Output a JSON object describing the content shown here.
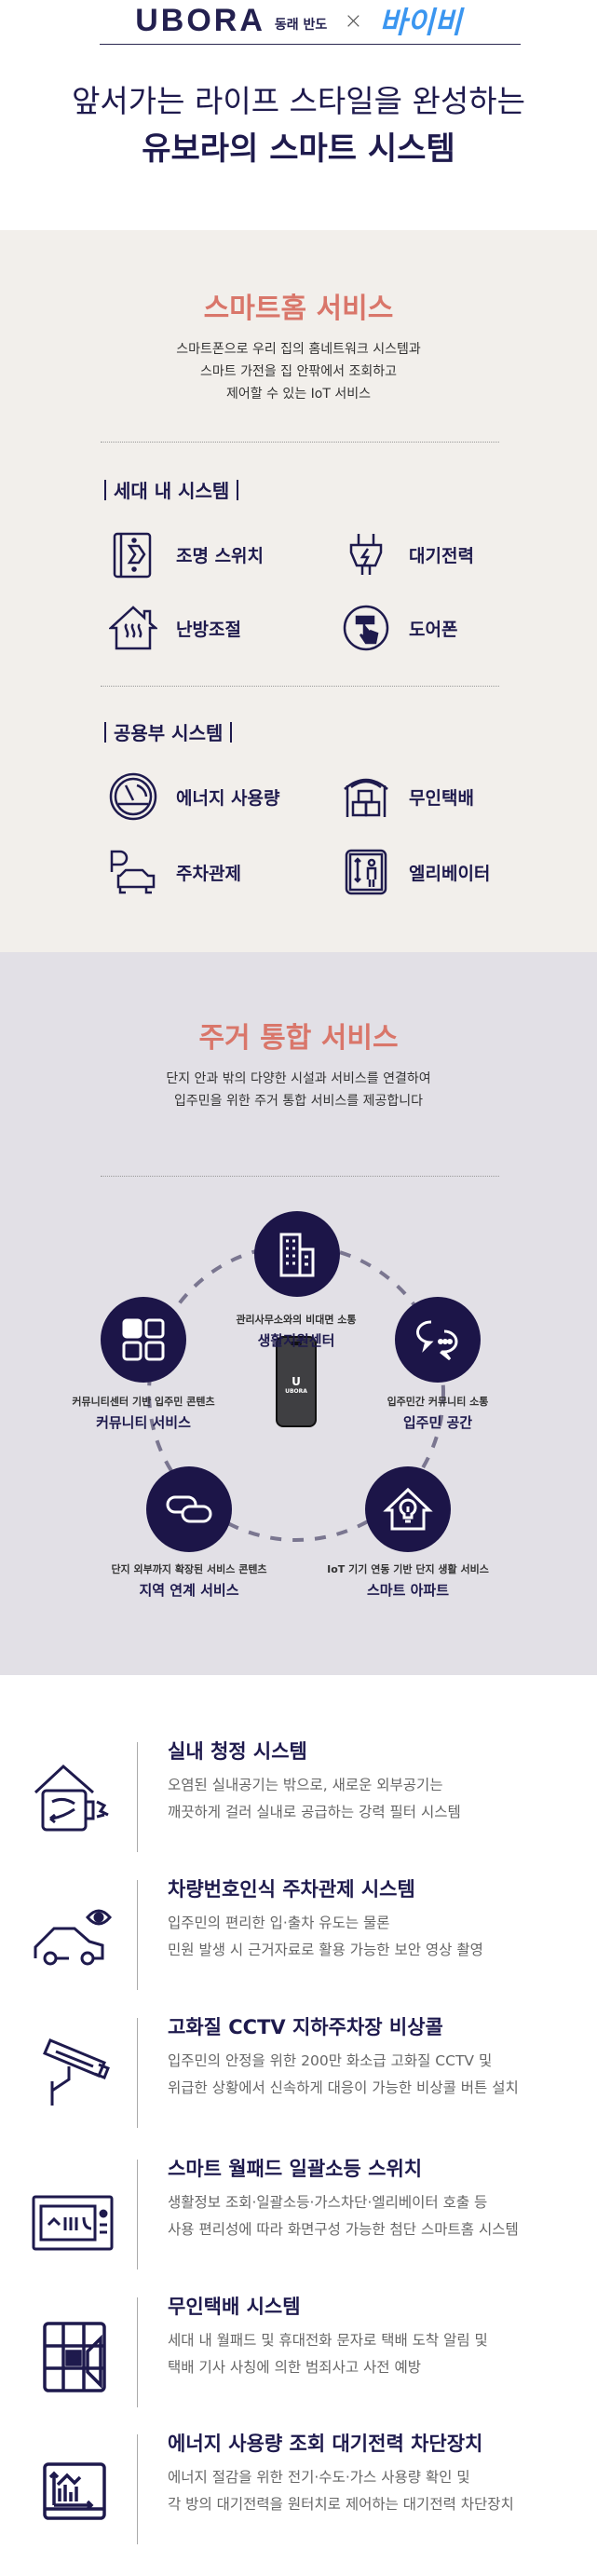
{
  "header": {
    "logo_ubora": "UBORA",
    "logo_sub": "동래 반도",
    "logo_times": "×",
    "logo_partner": "바이비",
    "title_line1": "앞서가는 라이프 스타일을 완성하는",
    "title_line2": "유보라의 스마트 시스템"
  },
  "smart_home": {
    "title": "스마트홈 서비스",
    "desc": [
      "스마트폰으로 우리 집의 홈네트워크 시스템과",
      "스마트 가전을 집 안팎에서 조회하고",
      "제어할 수 있는 IoT 서비스"
    ],
    "groups": [
      {
        "heading": "세대 내 시스템",
        "items": [
          {
            "label": "조명 스위치",
            "icon": "light-switch-icon"
          },
          {
            "label": "대기전력",
            "icon": "plug-icon"
          },
          {
            "label": "난방조절",
            "icon": "heating-icon"
          },
          {
            "label": "도어폰",
            "icon": "doorphone-icon"
          }
        ]
      },
      {
        "heading": "공용부 시스템",
        "items": [
          {
            "label": "에너지 사용량",
            "icon": "gauge-icon"
          },
          {
            "label": "무인택배",
            "icon": "parcel-icon"
          },
          {
            "label": "주차관제",
            "icon": "parking-icon"
          },
          {
            "label": "엘리베이터",
            "icon": "elevator-icon"
          }
        ]
      }
    ]
  },
  "integrated": {
    "title": "주거 통합 서비스",
    "desc": [
      "단지 안과 밖의 다양한 시설과 서비스를 연결하여",
      "입주민을 위한 주거 통합 서비스를 제공합니다"
    ],
    "phone_label": "UBORA",
    "nodes": [
      {
        "sub": "관리사무소와의 비대면 소통",
        "name": "생활지원센터",
        "icon": "building-icon"
      },
      {
        "sub": "커뮤니티센터 기반 입주민 콘텐츠",
        "name": "커뮤니티 서비스",
        "icon": "grid-icon"
      },
      {
        "sub": "입주민간 커뮤니티 소통",
        "name": "입주민 공간",
        "icon": "chat-icon"
      },
      {
        "sub": "단지 외부까지 확장된 서비스 콘텐츠",
        "name": "지역 연계 서비스",
        "icon": "link-icon"
      },
      {
        "sub": "IoT 기기 연동 기반 단지 생활 서비스",
        "name": "스마트 아파트",
        "icon": "smart-house-icon"
      }
    ]
  },
  "features": [
    {
      "title": "실내 청정 시스템",
      "desc": [
        "오염된 실내공기는 밖으로, 새로운 외부공기는",
        "깨끗하게 걸러 실내로 공급하는 강력 필터 시스템"
      ],
      "icon": "air-purifier-icon"
    },
    {
      "title": "차량번호인식 주차관제 시스템",
      "desc": [
        "입주민의 편리한 입·출차 유도는 물론",
        "민원 발생 시 근거자료로 활용 가능한 보안 영상 촬영"
      ],
      "icon": "car-eye-icon"
    },
    {
      "title": "고화질 CCTV 지하주차장 비상콜",
      "desc": [
        "입주민의 안정을 위한 200만 화소급 고화질 CCTV 및",
        "위급한 상황에서 신속하게 대응이 가능한 비상콜 버튼 설치"
      ],
      "icon": "cctv-icon"
    },
    {
      "title": "스마트 월패드 일괄소등 스위치",
      "desc": [
        "생활정보 조회·일괄소등·가스차단·엘리베이터 호출 등",
        "사용 편리성에 따라 화면구성 가능한 첨단 스마트홈 시스템"
      ],
      "icon": "wallpad-icon"
    },
    {
      "title": "무인택배 시스템",
      "desc": [
        "세대 내 월패드 및 휴대전화 문자로 택배 도착 알림 및",
        "택배 기사 사칭에 의한 범죄사고 사전 예방"
      ],
      "icon": "locker-icon"
    },
    {
      "title": "에너지 사용량 조회 대기전력 차단장치",
      "desc": [
        "에너지 절감을 위한 전기·수도·가스 사용량 확인 및",
        "각 방의 대기전력을 원터치로 제어하는 대기전력 차단장치"
      ],
      "icon": "energy-chart-icon"
    }
  ]
}
